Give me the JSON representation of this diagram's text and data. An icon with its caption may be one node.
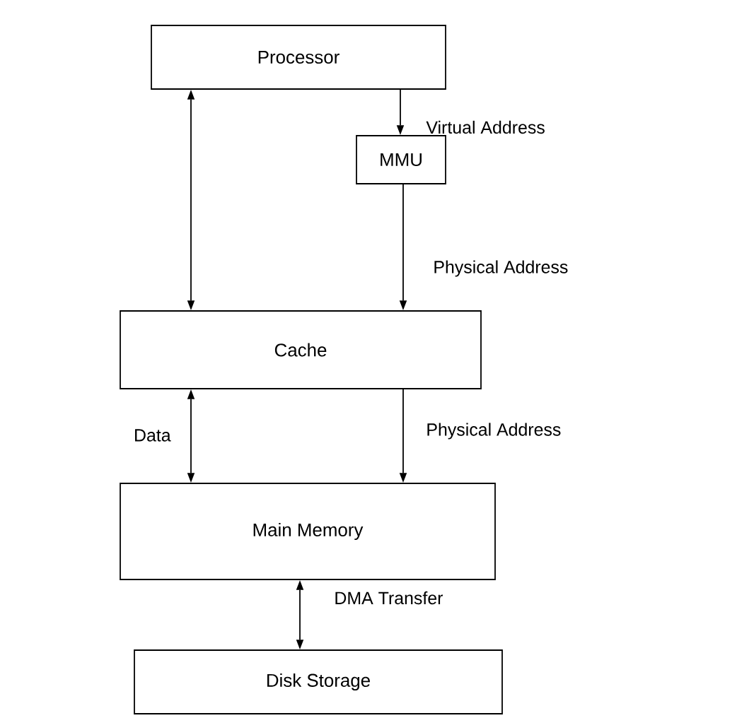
{
  "diagram": {
    "nodes": [
      {
        "text": [
          "Processor"
        ]
      },
      {
        "text": [
          "MMU"
        ]
      },
      {
        "text": [
          "Cache"
        ]
      },
      {
        "text": [
          "Main Memory"
        ]
      },
      {
        "text": [
          "Disk Storage"
        ]
      }
    ],
    "edges": [
      {
        "from": 0,
        "to": 2,
        "arrow": "both"
      },
      {
        "from": 0,
        "to": 1,
        "arrow": "to",
        "label": "Virtual Address"
      },
      {
        "from": 1,
        "to": 2,
        "arrow": "to",
        "label": "Physical Address"
      },
      {
        "from": 2,
        "to": 3,
        "arrow": "both",
        "label": "Data"
      },
      {
        "from": 2,
        "to": 3,
        "arrow": "to",
        "label": "Physical Address"
      },
      {
        "from": 3,
        "to": 4,
        "arrow": "both",
        "label": "DMA Transfer"
      }
    ]
  }
}
